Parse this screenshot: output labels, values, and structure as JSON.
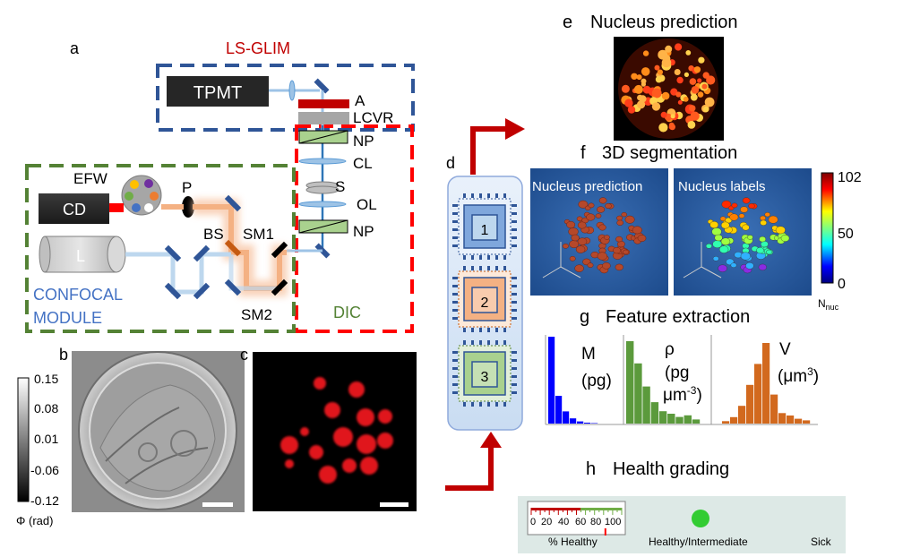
{
  "panel_letters": {
    "a": "a",
    "b": "b",
    "c": "c",
    "d": "d",
    "e": "e",
    "f": "f",
    "g": "g",
    "h": "h"
  },
  "panel_titles": {
    "e": "Nucleus prediction",
    "f": "3D segmentation",
    "g": "Feature extraction",
    "h": "Health grading"
  },
  "setup": {
    "lsglim_title": "LS-GLIM",
    "tpmt": "TPMT",
    "a_label": "A",
    "lcvr": "LCVR",
    "np_top": "NP",
    "cl": "CL",
    "s": "S",
    "ol": "OL",
    "np_bottom": "NP",
    "efw": "EFW",
    "p": "P",
    "cd": "CD",
    "bs": "BS",
    "sm1": "SM1",
    "l": "L",
    "confocal_line1": "CONFOCAL",
    "confocal_line2": "MODULE",
    "sm2": "SM2",
    "dic": "DIC"
  },
  "colorbar_b": {
    "ticks": [
      "0.15",
      "0.08",
      "0.01",
      "-0.06",
      "-0.12"
    ],
    "label": "Φ (rad)"
  },
  "network": {
    "stages": [
      "1",
      "2",
      "3"
    ]
  },
  "panel_f": {
    "left_label": "Nucleus prediction",
    "right_label": "Nucleus labels",
    "colorbar_ticks": [
      "102",
      "50",
      "0"
    ],
    "colorbar_label_main": "N",
    "colorbar_label_sub": "nuc"
  },
  "panel_g": {
    "mass_line1": "M",
    "mass_line2": "(pg)",
    "density_line1": "ρ",
    "density_line2": "(pg",
    "density_line3_main": "μm",
    "density_line3_sup": "-3",
    "density_line3_end": ")",
    "volume_line1": "V",
    "volume_line2_main": "(μm",
    "volume_line2_sup": "3",
    "volume_line2_end": ")"
  },
  "panel_h": {
    "gauge_ticks": [
      "0",
      "20",
      "40",
      "60",
      "80",
      "100"
    ],
    "gauge_caption": "% Healthy",
    "status_label": "Healthy/Intermediate",
    "sick_label": "Sick",
    "gauge_needle_percent": 82
  },
  "colors": {
    "lsglim_box": "#2f5597",
    "lsglim_title": "#c00000",
    "dic_box": "#ff0000",
    "dic_label": "#548235",
    "confocal_box": "#548235",
    "confocal_label": "#4472c4",
    "status_dot": "#33cc33",
    "arrow": "#c00000",
    "mass_hist": "#0000ff",
    "density_hist": "#5b9a3c",
    "volume_hist": "#d2691e"
  },
  "chart_data": [
    {
      "type": "bar",
      "name_key": "mass",
      "values": [
        10,
        3.2,
        1.4,
        0.6,
        0.25,
        0.1,
        0.05
      ],
      "title": "",
      "xlabel": "",
      "ylabel": ""
    },
    {
      "type": "bar",
      "name_key": "density",
      "values": [
        10,
        7.3,
        4.5,
        2.6,
        1.5,
        1.2,
        0.8,
        1.0,
        0.5
      ],
      "title": "",
      "xlabel": "",
      "ylabel": ""
    },
    {
      "type": "bar",
      "name_key": "volume",
      "values": [
        0.3,
        0.8,
        2.2,
        4.8,
        7.4,
        10,
        3.6,
        1.3,
        1.0,
        0.6,
        0.4
      ],
      "title": "",
      "xlabel": "",
      "ylabel": ""
    }
  ]
}
